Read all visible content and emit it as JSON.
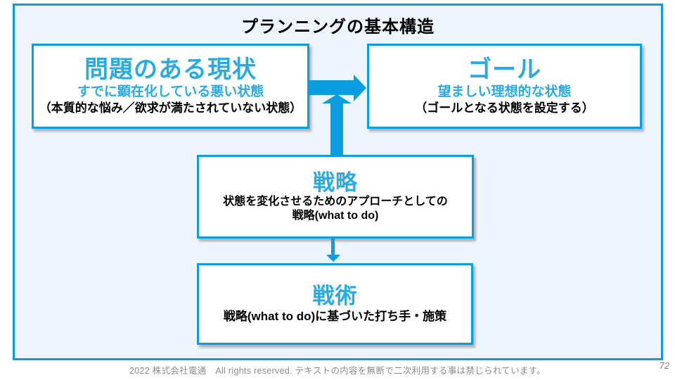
{
  "slide": {
    "title": "プランニングの基本構造",
    "footer": "2022 株式会社電通　All rights reserved.  テキストの内容を無断で二次利用する事は禁じられています。",
    "page_number": "72"
  },
  "boxes": {
    "current_state": {
      "heading": "問題のある現状",
      "subheading": "すでに顕在化している悪い状態",
      "note": "（本質的な悩み／欲求が満たされていない状態）"
    },
    "goal": {
      "heading": "ゴール",
      "subheading": "望ましい理想的な状態",
      "note": "（ゴールとなる状態を設定する）"
    },
    "strategy": {
      "heading": "戦略",
      "note_line1": "状態を変化させるためのアプローチとしての",
      "note_line2": "戦略(what to do)"
    },
    "tactics": {
      "heading": "戦術",
      "note": "戦略(what to do)に基づいた打ち手・施策"
    }
  },
  "icons": {
    "arrow_right": "current-state-to-goal",
    "arrow_up": "strategy-to-transition",
    "arrow_down": "strategy-to-tactics"
  },
  "colors": {
    "accent_blue": "#0a9ee0",
    "text_blue": "#29abe2",
    "slide_bg": "#eef4fb",
    "footer_gray": "#8c8c8c"
  }
}
